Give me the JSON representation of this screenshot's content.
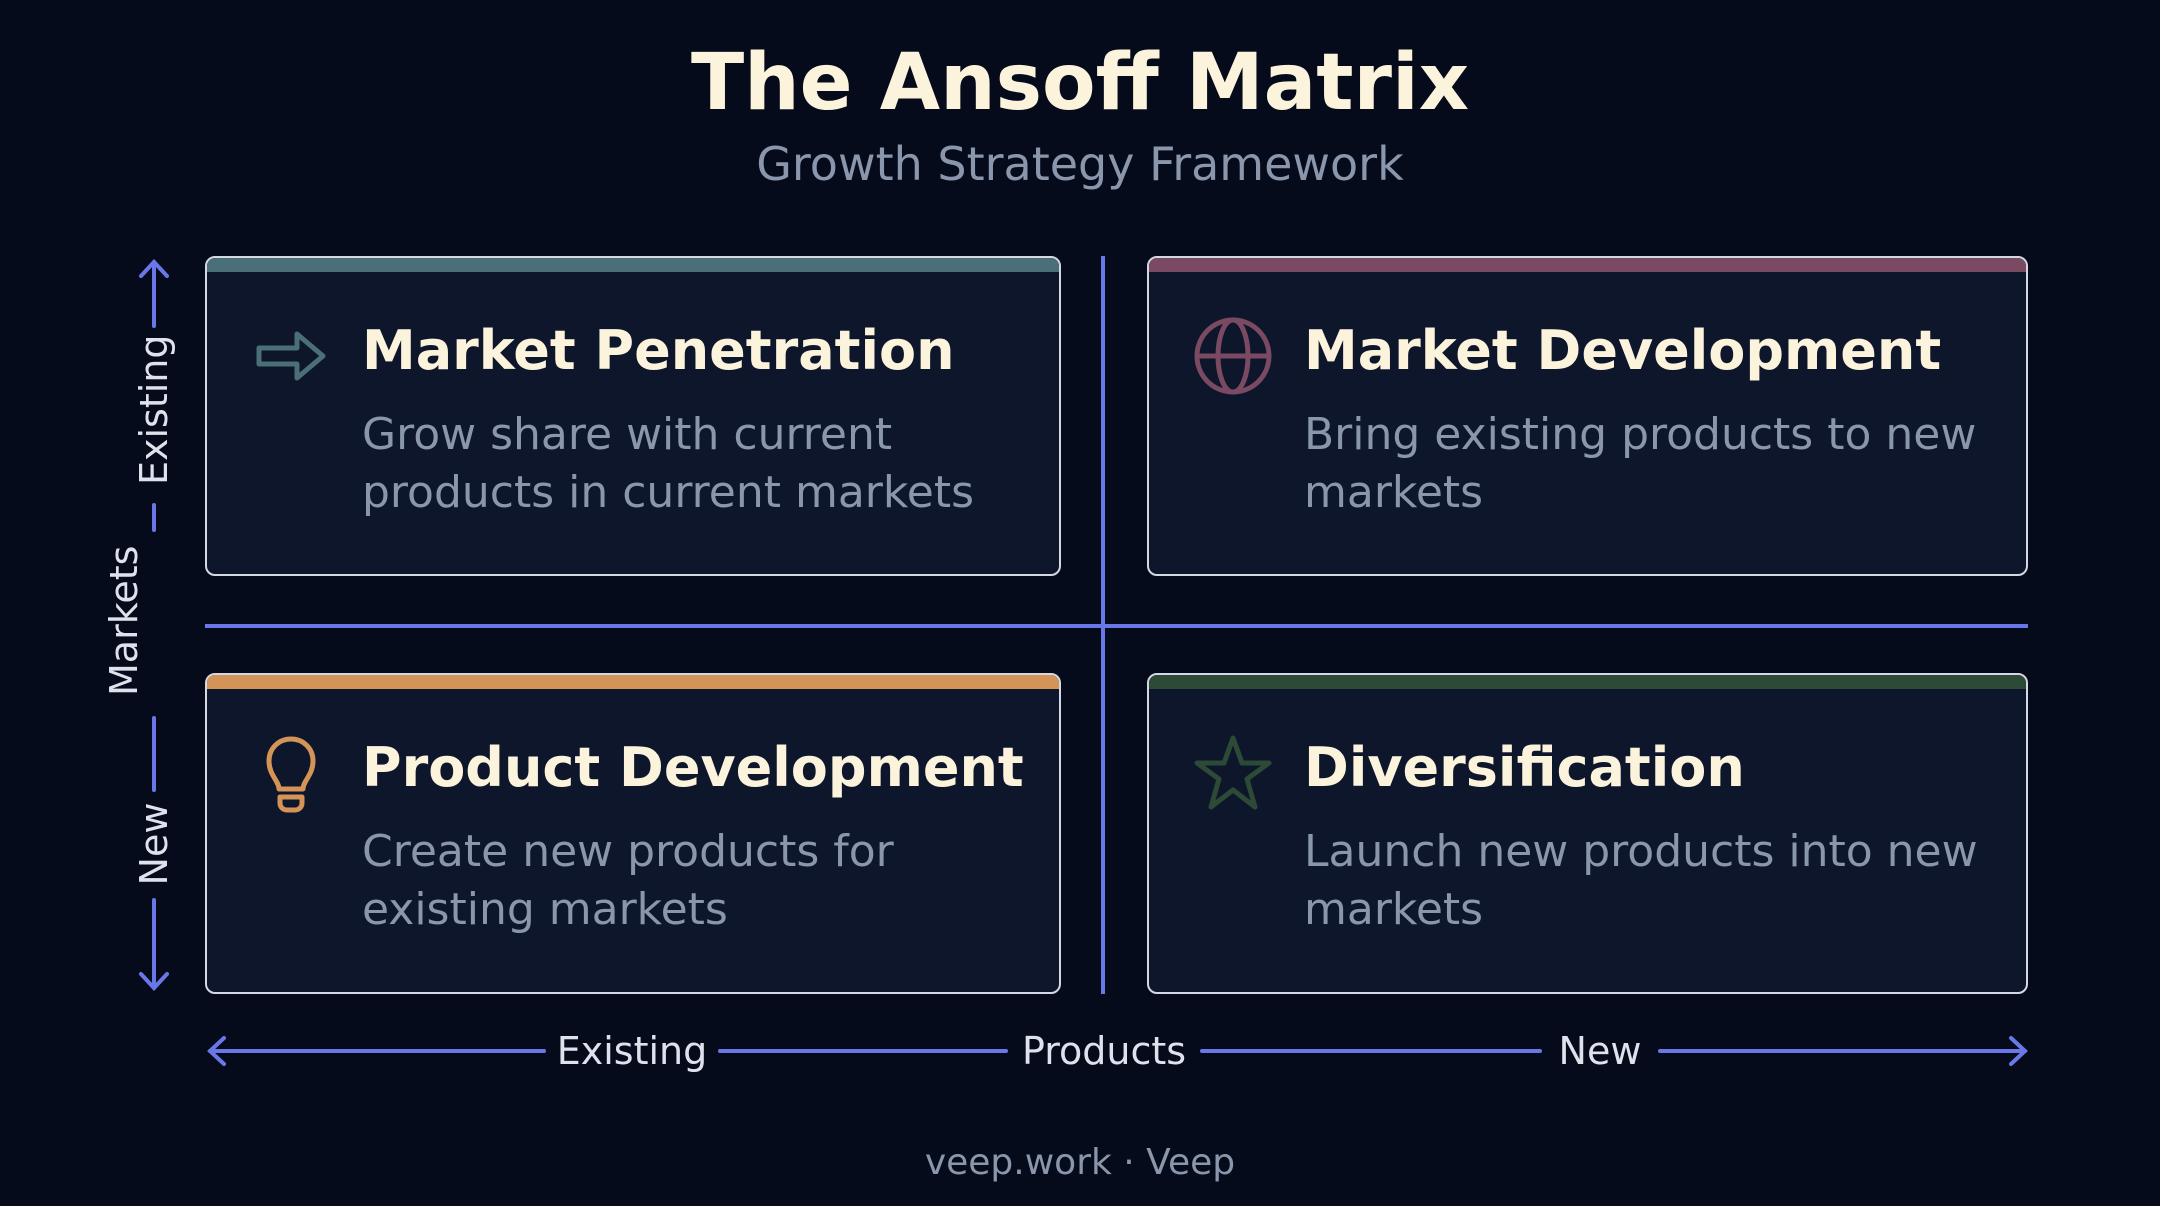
{
  "header": {
    "title": "The Ansoff Matrix",
    "subtitle": "Growth Strategy Framework"
  },
  "quadrants": [
    {
      "title": "Market Penetration",
      "description": "Grow share with current products in current markets",
      "icon": "arrow-right-icon",
      "accent": "#4a6f78"
    },
    {
      "title": "Market Development",
      "description": "Bring existing products to new markets",
      "icon": "globe-icon",
      "accent": "#7a4a63"
    },
    {
      "title": "Product Development",
      "description": "Create new products for existing markets",
      "icon": "lightbulb-icon",
      "accent": "#d49458"
    },
    {
      "title": "Diversification",
      "description": "Launch new products into new markets",
      "icon": "star-icon",
      "accent": "#2c4a36"
    }
  ],
  "axes": {
    "x": {
      "label": "Products",
      "start_label": "Existing",
      "end_label": "New"
    },
    "y": {
      "label": "Markets",
      "start_label": "Existing",
      "end_label": "New"
    },
    "color": "#6a77e8"
  },
  "footer": {
    "text": "veep.work · Veep"
  }
}
